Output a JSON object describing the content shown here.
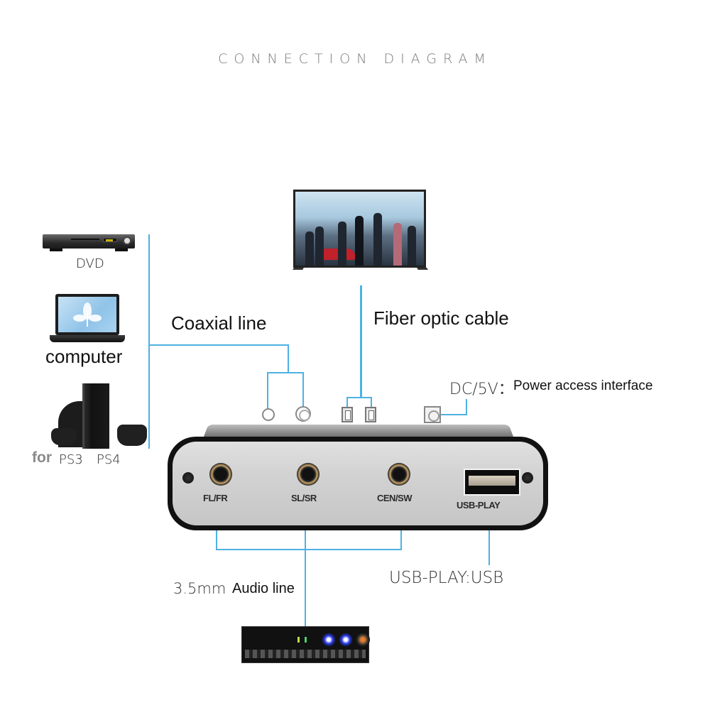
{
  "title": "CONNECTION DIAGRAM",
  "sources": {
    "dvd_label": "DVD",
    "computer_label": "computer",
    "console_prefix": "for",
    "ps3_label": "PS3",
    "ps4_label": "PS4"
  },
  "connections": {
    "coaxial_label": "Coaxial line",
    "fiber_label": "Fiber optic cable",
    "dc_label": "DC/5V：",
    "dc_desc": "Power access interface",
    "audio_prefix": "3.5mm",
    "audio_label": "Audio line",
    "usb_label": "USB-PLAY:USB"
  },
  "device": {
    "ports": [
      {
        "label": "FL/FR"
      },
      {
        "label": "SL/SR"
      },
      {
        "label": "CEN/SW"
      },
      {
        "label": "USB-PLAY"
      }
    ],
    "top_ports": [
      "coaxial-out",
      "coaxial-in",
      "optical-out",
      "optical-in",
      "dc-5v"
    ]
  },
  "colors": {
    "line": "#4fb1e3",
    "title": "#7a7a7a",
    "device_face": "#d2d2d2",
    "device_frame": "#111111"
  },
  "icons": {
    "dvd": "dvd-player-icon",
    "computer": "laptop-icon",
    "console": "playstation-icon",
    "tv": "television-icon",
    "amplifier": "amplifier-icon"
  }
}
